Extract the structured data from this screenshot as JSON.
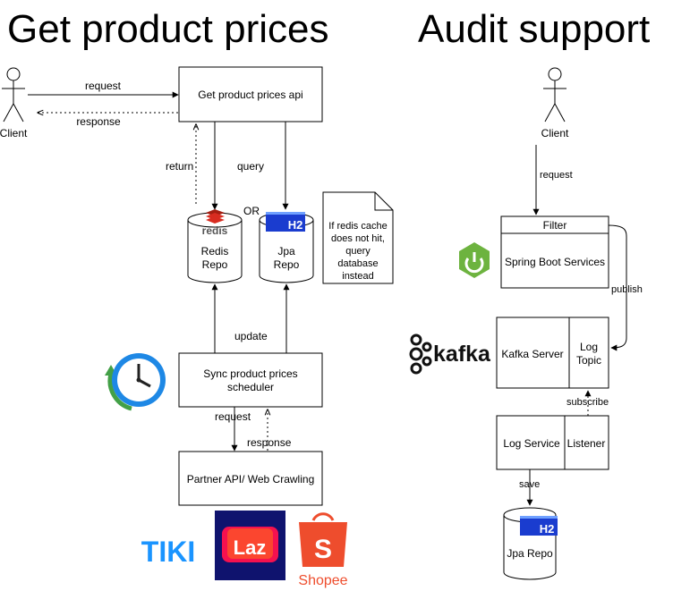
{
  "titles": {
    "left": "Get product prices",
    "right": "Audit support"
  },
  "left": {
    "client_label": "Client",
    "request_label": "request",
    "response_label": "response",
    "api_box": "Get product prices api",
    "return_label": "return",
    "query_label": "query",
    "or_label": "OR",
    "redis_logo_text": "redis",
    "redis_repo": [
      "Redis",
      "Repo"
    ],
    "jpa_repo": [
      "Jpa",
      "Repo"
    ],
    "h2_text": "H2",
    "note_lines": [
      "If redis cache",
      "does not hit,",
      "query",
      "database",
      "instead"
    ],
    "update_label": "update",
    "scheduler_box": [
      "Sync product prices",
      "scheduler"
    ],
    "scheduler_request_label": "request",
    "scheduler_response_label": "response",
    "partner_box": "Partner API/ Web Crawling",
    "logos": {
      "tiki": "TIKI",
      "laz": "Laz",
      "shopee": "Shopee"
    }
  },
  "right": {
    "client_label": "Client",
    "request_label": "request",
    "filter_label": "Filter",
    "spring_services": "Spring Boot Services",
    "publish_label": "publish",
    "kafka_logo_text": "kafka",
    "kafka_server": "Kafka Server",
    "log_topic": [
      "Log",
      "Topic"
    ],
    "subscribe_label": "subscribe",
    "log_service": "Log Service",
    "listener": "Listener",
    "save_label": "save",
    "jpa_repo": "Jpa Repo",
    "h2_text": "H2"
  },
  "colors": {
    "redis_red": "#d82c20",
    "h2_blue": "#1a3ccf",
    "spring_green": "#6db33f",
    "clock_blue": "#1e88e5",
    "clock_green": "#43a047",
    "tiki_blue": "#1a94ff",
    "laz_navy": "#0f136e",
    "shopee_orange": "#ee4d2d"
  }
}
